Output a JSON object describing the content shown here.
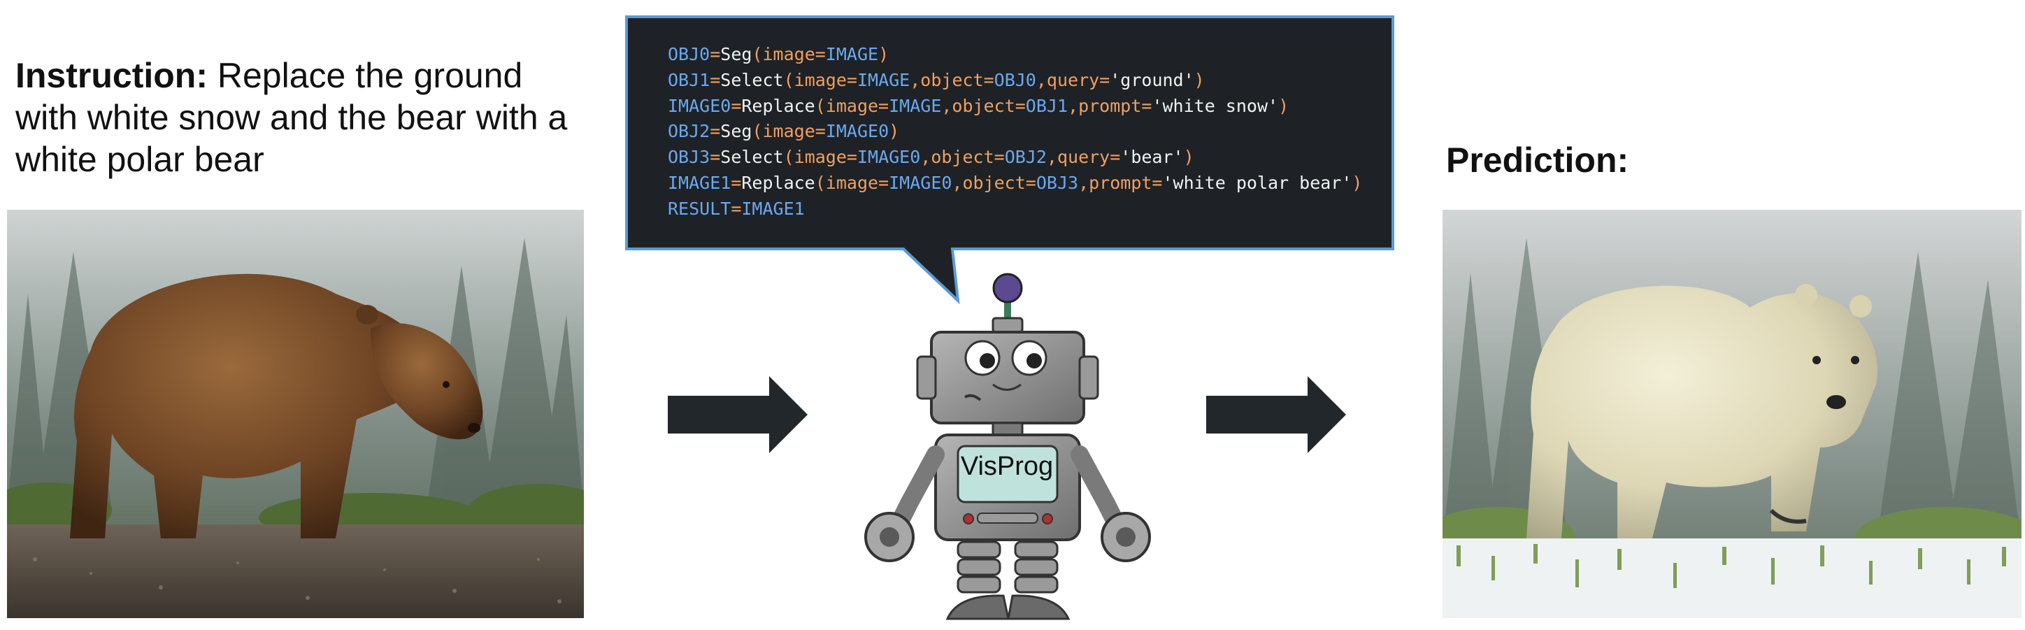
{
  "instruction": {
    "label": "Instruction:",
    "text": " Replace the ground with white snow and the bear with a white polar bear"
  },
  "prediction": {
    "label": "Prediction:"
  },
  "program": {
    "lines": [
      [
        {
          "t": "OBJ0",
          "c": "var"
        },
        {
          "t": "=",
          "c": "eq"
        },
        {
          "t": "Seg",
          "c": "fn"
        },
        {
          "t": "(",
          "c": "par"
        },
        {
          "t": "image=",
          "c": "par"
        },
        {
          "t": "IMAGE",
          "c": "var"
        },
        {
          "t": ")",
          "c": "par"
        }
      ],
      [
        {
          "t": "OBJ1",
          "c": "var"
        },
        {
          "t": "=",
          "c": "eq"
        },
        {
          "t": "Select",
          "c": "fn"
        },
        {
          "t": "(",
          "c": "par"
        },
        {
          "t": "image=",
          "c": "par"
        },
        {
          "t": "IMAGE",
          "c": "var"
        },
        {
          "t": ",object=",
          "c": "par"
        },
        {
          "t": "OBJ0",
          "c": "var"
        },
        {
          "t": ",query=",
          "c": "par"
        },
        {
          "t": "'ground'",
          "c": "str"
        },
        {
          "t": ")",
          "c": "par"
        }
      ],
      [
        {
          "t": "IMAGE0",
          "c": "var"
        },
        {
          "t": "=",
          "c": "eq"
        },
        {
          "t": "Replace",
          "c": "fn"
        },
        {
          "t": "(",
          "c": "par"
        },
        {
          "t": "image=",
          "c": "par"
        },
        {
          "t": "IMAGE",
          "c": "var"
        },
        {
          "t": ",object=",
          "c": "par"
        },
        {
          "t": "OBJ1",
          "c": "var"
        },
        {
          "t": ",prompt=",
          "c": "par"
        },
        {
          "t": "'white snow'",
          "c": "str"
        },
        {
          "t": ")",
          "c": "par"
        }
      ],
      [
        {
          "t": "OBJ2",
          "c": "var"
        },
        {
          "t": "=",
          "c": "eq"
        },
        {
          "t": "Seg",
          "c": "fn"
        },
        {
          "t": "(",
          "c": "par"
        },
        {
          "t": "image=",
          "c": "par"
        },
        {
          "t": "IMAGE0",
          "c": "var"
        },
        {
          "t": ")",
          "c": "par"
        }
      ],
      [
        {
          "t": "OBJ3",
          "c": "var"
        },
        {
          "t": "=",
          "c": "eq"
        },
        {
          "t": "Select",
          "c": "fn"
        },
        {
          "t": "(",
          "c": "par"
        },
        {
          "t": "image=",
          "c": "par"
        },
        {
          "t": "IMAGE0",
          "c": "var"
        },
        {
          "t": ",object=",
          "c": "par"
        },
        {
          "t": "OBJ2",
          "c": "var"
        },
        {
          "t": ",query=",
          "c": "par"
        },
        {
          "t": "'bear'",
          "c": "str"
        },
        {
          "t": ")",
          "c": "par"
        }
      ],
      [
        {
          "t": "IMAGE1",
          "c": "var"
        },
        {
          "t": "=",
          "c": "eq"
        },
        {
          "t": "Replace",
          "c": "fn"
        },
        {
          "t": "(",
          "c": "par"
        },
        {
          "t": "image=",
          "c": "par"
        },
        {
          "t": "IMAGE0",
          "c": "var"
        },
        {
          "t": ",object=",
          "c": "par"
        },
        {
          "t": "OBJ3",
          "c": "var"
        },
        {
          "t": ",prompt=",
          "c": "par"
        },
        {
          "t": "'white polar bear'",
          "c": "str"
        },
        {
          "t": ")",
          "c": "par"
        }
      ],
      [
        {
          "t": "RESULT",
          "c": "var"
        },
        {
          "t": "=",
          "c": "eq"
        },
        {
          "t": "IMAGE1",
          "c": "var"
        }
      ]
    ]
  },
  "robot": {
    "label": "VisProg"
  },
  "colors": {
    "bubble_bg": "#1e2226",
    "bubble_border": "#5b9bd5",
    "arrow": "#22272b",
    "robot_body": "#8e8e8e"
  },
  "icons": {
    "arrow_left": "right-arrow-icon",
    "arrow_right": "right-arrow-icon",
    "robot": "robot-icon"
  }
}
